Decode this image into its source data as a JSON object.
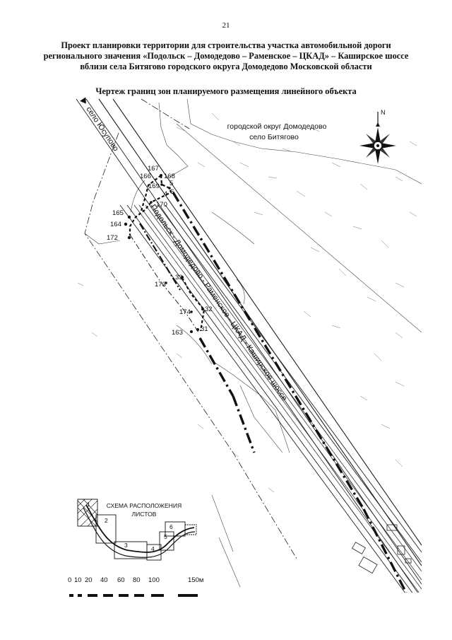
{
  "page_number": "21",
  "title_lines": [
    "Проект планировки территории для строительства участка автомобильной дороги",
    "регионального значения «Подольск – Домодедово – Раменское – ЦКАД» – Каширское шоссе",
    "вблизи села Битягово городского округа Домодедово Московской области"
  ],
  "subtitle": "Чертеж границ зон планируемого размещения линейного объекта",
  "map": {
    "place_line1": "городской округ Домодедово",
    "place_line2": "село Битягово",
    "road_top": "село Юсупово",
    "road_main": "Подольск - Домодедово - Раменское - ЦКАД - Каширское шоссе",
    "north": "N",
    "points": [
      {
        "label": "167"
      },
      {
        "label": "166"
      },
      {
        "label": "168"
      },
      {
        "label": "169"
      },
      {
        "label": "5"
      },
      {
        "label": "4"
      },
      {
        "label": "6"
      },
      {
        "label": "170"
      },
      {
        "label": "165"
      },
      {
        "label": "164"
      },
      {
        "label": "172"
      },
      {
        "label": "33"
      },
      {
        "label": "173"
      },
      {
        "label": "32"
      },
      {
        "label": "174"
      },
      {
        "label": "163"
      },
      {
        "label": "31"
      }
    ]
  },
  "inset": {
    "title_line1": "СХЕМА РАСПОЛОЖЕНИЯ",
    "title_line2": "ЛИСТОВ",
    "sheets": [
      "1",
      "2",
      "3",
      "4",
      "5",
      "6"
    ]
  },
  "scale": {
    "labels": [
      "0",
      "10",
      "20",
      "40",
      "60",
      "80",
      "100",
      "150м"
    ]
  }
}
